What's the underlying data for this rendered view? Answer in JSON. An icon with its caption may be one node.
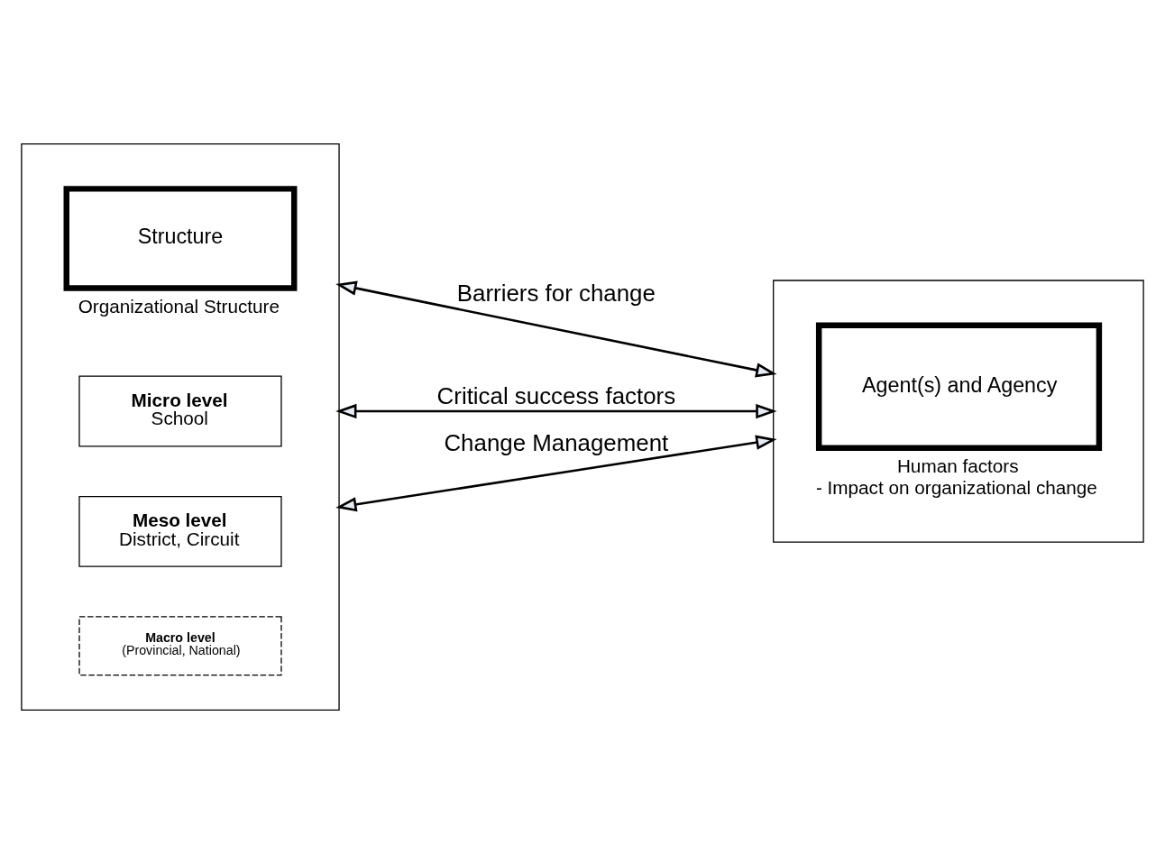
{
  "diagram": {
    "nodes": [
      {
        "text": [],
        "shape": "box"
      },
      {
        "text": [
          "Structure"
        ],
        "in": 0,
        "beside": [
          "Organizational Structure"
        ]
      },
      {
        "text": [
          "Micro level",
          "School"
        ],
        "in": 0
      },
      {
        "text": [
          "Meso level",
          "District, Circuit"
        ],
        "in": 0
      },
      {
        "text": [
          "Macro level",
          "(Provincial, National)"
        ],
        "in": 0
      },
      {
        "text": [],
        "shape": "box"
      },
      {
        "text": [
          "Agent(s) and Agency"
        ],
        "in": 5,
        "beside": [
          "Human factors",
          "- Impact on organizational change"
        ]
      }
    ],
    "edges": [
      {
        "from": 0,
        "to": 5,
        "arrow": "both",
        "label": "Barriers for change"
      },
      {
        "from": 0,
        "to": 5,
        "arrow": "both",
        "label": "Critical success factors"
      },
      {
        "from": 0,
        "to": 5,
        "arrow": "both",
        "label": "Change Management"
      }
    ]
  }
}
